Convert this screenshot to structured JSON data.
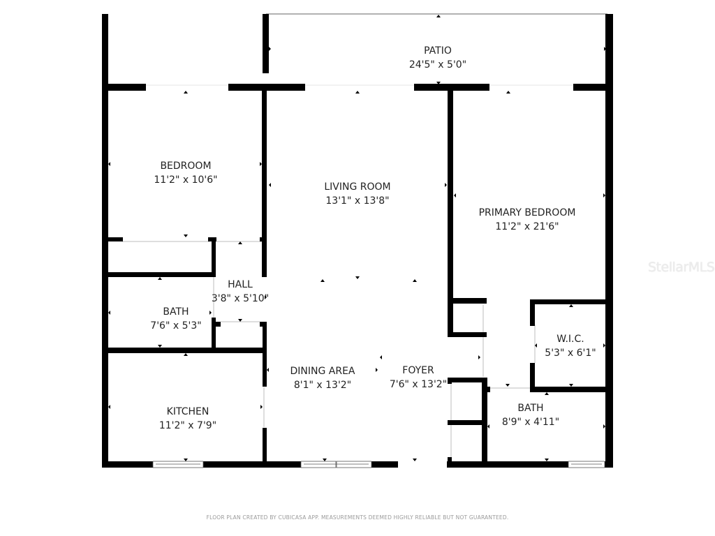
{
  "rooms": [
    {
      "name": "PATIO",
      "dimensions": "24'5\" x 5'0\""
    },
    {
      "name": "BEDROOM",
      "dimensions": "11'2\" x 10'6\""
    },
    {
      "name": "LIVING ROOM",
      "dimensions": "13'1\" x 13'8\""
    },
    {
      "name": "PRIMARY BEDROOM",
      "dimensions": "11'2\" x 21'6\""
    },
    {
      "name": "HALL",
      "dimensions": "3'8\" x 5'10\""
    },
    {
      "name": "BATH",
      "dimensions": "7'6\" x 5'3\""
    },
    {
      "name": "W.I.C.",
      "dimensions": "5'3\" x 6'1\""
    },
    {
      "name": "DINING AREA",
      "dimensions": "8'1\" x 13'2\""
    },
    {
      "name": "FOYER",
      "dimensions": "7'6\" x 13'2\""
    },
    {
      "name": "KITCHEN",
      "dimensions": "11'2\" x 7'9\""
    },
    {
      "name": "BATH",
      "dimensions": "8'9\" x 4'11\""
    }
  ],
  "footer": "FLOOR PLAN CREATED BY CUBICASA APP. MEASUREMENTS DEEMED HIGHLY RELIABLE BUT NOT GUARANTEED.",
  "watermark": "StellarMLS",
  "colors": {
    "wall": "#000000",
    "background": "#ffffff",
    "text": "#222222"
  }
}
